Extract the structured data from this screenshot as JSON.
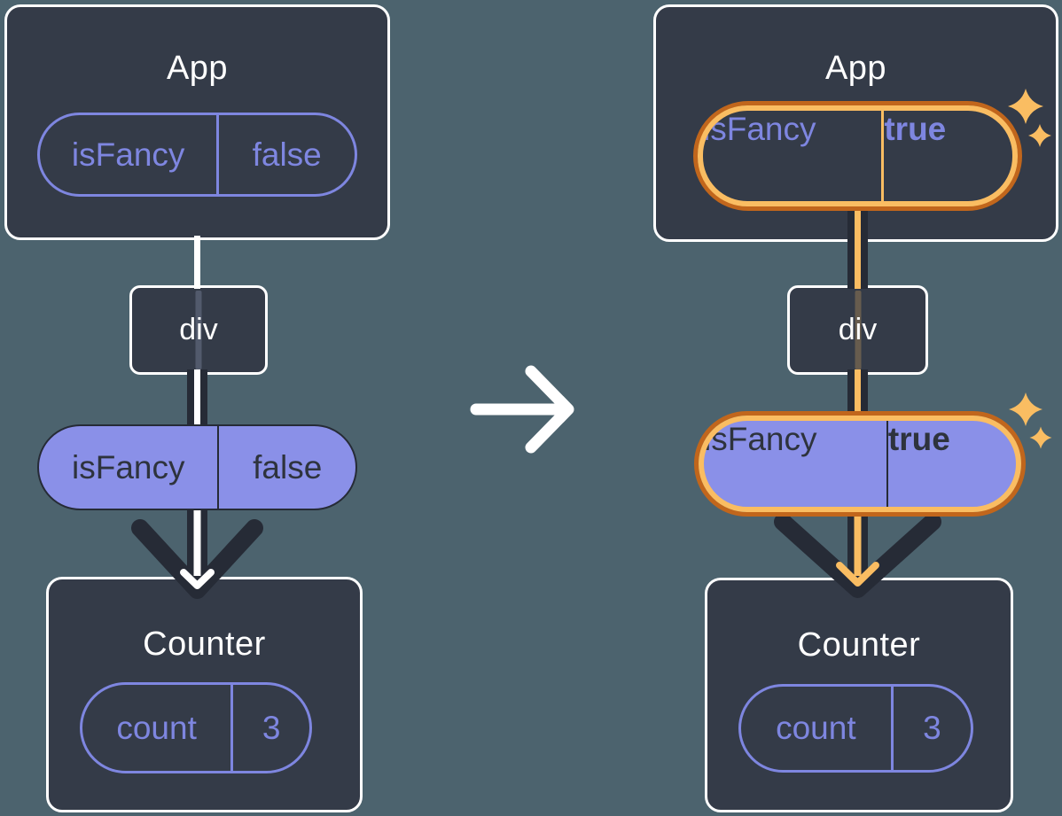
{
  "canvas": {
    "description": "Passing state down: isFancy prop flows from App through div to Counter"
  },
  "colors": {
    "bg": "#4C636E",
    "card": "#343B48",
    "card-border": "#FFFFFF",
    "purple": "#7E86E0",
    "purple-fill": "#8A90E8",
    "ink": "#262B36",
    "ink-text": "#2E333D",
    "orange-dark": "#C1661C",
    "orange": "#FABD62"
  },
  "icons": {
    "transition": "right-arrow-icon",
    "highlight": "sparkle-icon",
    "flow": "down-arrow-icon"
  },
  "before": {
    "app": {
      "title": "App",
      "prop": {
        "name": "isFancy",
        "value": "false"
      }
    },
    "div": {
      "label": "div"
    },
    "passed_prop": {
      "name": "isFancy",
      "value": "false"
    },
    "counter": {
      "title": "Counter",
      "state": {
        "name": "count",
        "value": "3"
      }
    }
  },
  "after": {
    "app": {
      "title": "App",
      "prop": {
        "name": "isFancy",
        "value": "true"
      }
    },
    "div": {
      "label": "div"
    },
    "passed_prop": {
      "name": "isFancy",
      "value": "true"
    },
    "counter": {
      "title": "Counter",
      "state": {
        "name": "count",
        "value": "3"
      }
    }
  }
}
